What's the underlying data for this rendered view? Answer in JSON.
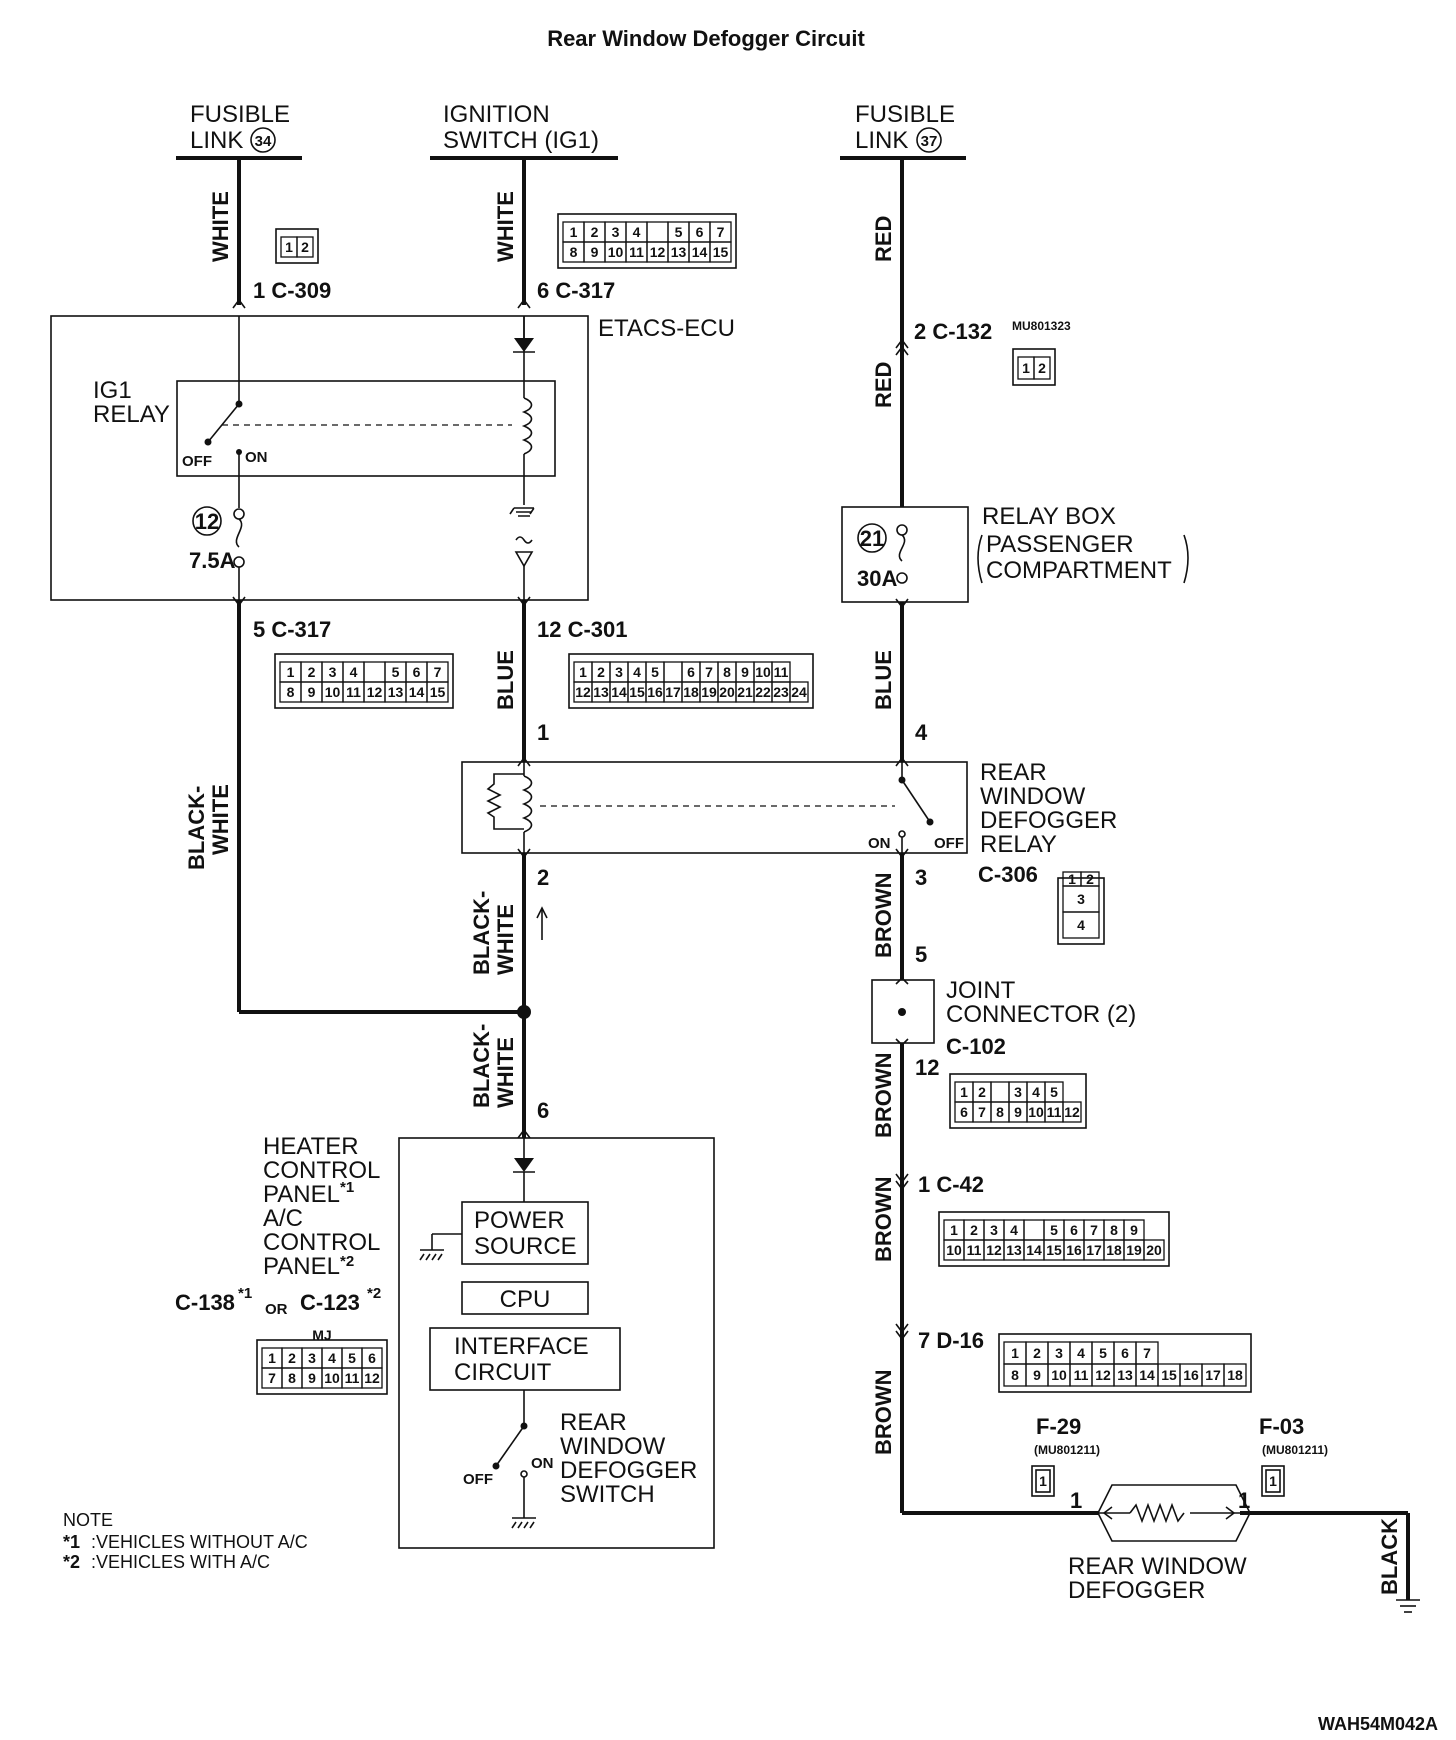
{
  "title": "Rear Window Defogger Circuit",
  "drawing_code": "WAH54M042A",
  "sources": {
    "fusible34_a": "FUSIBLE",
    "fusible34_b": "LINK",
    "fusible34_num": "34",
    "ignition_a": "IGNITION",
    "ignition_b": "SWITCH (IG1)",
    "fusible37_a": "FUSIBLE",
    "fusible37_b": "LINK",
    "fusible37_num": "37"
  },
  "wires": {
    "white1": "WHITE",
    "white2": "WHITE",
    "red1": "RED",
    "red2": "RED",
    "blue1": "BLUE",
    "blue2": "BLUE",
    "bw_a1": "BLACK-",
    "bw_b1": "WHITE",
    "bw_a2": "BLACK-",
    "bw_b2": "WHITE",
    "bw_a3": "BLACK-",
    "bw_b3": "WHITE",
    "brown1": "BROWN",
    "brown2": "BROWN",
    "brown3": "BROWN",
    "brown4": "BROWN",
    "black": "BLACK"
  },
  "connectors": {
    "c309": "1 C-309",
    "c317_top": "6 C-317",
    "c132": "2 C-132",
    "c132_part": "MU801323",
    "c317_bot": "5 C-317",
    "c301": "12 C-301",
    "c306": "C-306",
    "c102": "C-102",
    "c42": "1 C-42",
    "d16": "7 D-16",
    "f29": "F-29",
    "f29_part": "(MU801211)",
    "f03": "F-03",
    "f03_part": "(MU801211)",
    "c138": "C-138",
    "c123": "C-123",
    "or": "OR",
    "mj": "MJ"
  },
  "pins": {
    "p1": "1",
    "p2": "2",
    "p3": "3",
    "p4": "4",
    "p5": "5",
    "p6": "6",
    "p12": "12",
    "d_left": "1",
    "d_right": "1"
  },
  "components": {
    "etacs": "ETACS-ECU",
    "ig1_a": "IG1",
    "ig1_b": "RELAY",
    "off": "OFF",
    "on": "ON",
    "fuse12": "12",
    "fuse12_rating": "7.5A",
    "relay_box_a": "RELAY BOX",
    "relay_box_b": "PASSENGER",
    "relay_box_c": "COMPARTMENT",
    "fuse21": "21",
    "fuse21_rating": "30A",
    "rwd_relay_a": "REAR",
    "rwd_relay_b": "WINDOW",
    "rwd_relay_c": "DEFOGGER",
    "rwd_relay_d": "RELAY",
    "relay_on": "ON",
    "relay_off": "OFF",
    "joint_a": "JOINT",
    "joint_b": "CONNECTOR (2)",
    "heater_a": "HEATER",
    "heater_b": "CONTROL",
    "heater_c": "PANEL",
    "ac_a": "A/C",
    "ac_b": "CONTROL",
    "ac_c": "PANEL",
    "power_a": "POWER",
    "power_b": "SOURCE",
    "cpu": "CPU",
    "interface_a": "INTERFACE",
    "interface_b": "CIRCUIT",
    "sw_a": "REAR",
    "sw_b": "WINDOW",
    "sw_c": "DEFOGGER",
    "sw_d": "SWITCH",
    "sw_off": "OFF",
    "sw_on": "ON",
    "defogger_a": "REAR WINDOW",
    "defogger_b": "DEFOGGER"
  },
  "notes": {
    "head": "NOTE",
    "n1_mark": "*1",
    "n1": ":VEHICLES WITHOUT A/C",
    "n2_mark": "*2",
    "n2": ":VEHICLES WITH A/C",
    "star1": "*1",
    "star2": "*2"
  },
  "connector_faces": {
    "c309": [
      "1",
      "2"
    ],
    "c317_row1": [
      "1",
      "2",
      "3",
      "4",
      "",
      "5",
      "6",
      "7"
    ],
    "c317_row2": [
      "8",
      "9",
      "10",
      "11",
      "12",
      "13",
      "14",
      "15"
    ],
    "c132": [
      "1",
      "2"
    ],
    "c301_row1": [
      "1",
      "2",
      "3",
      "4",
      "5",
      "",
      "6",
      "7",
      "8",
      "9",
      "10",
      "11"
    ],
    "c301_row2": [
      "12",
      "13",
      "14",
      "15",
      "16",
      "17",
      "18",
      "19",
      "20",
      "21",
      "22",
      "23",
      "24"
    ],
    "c306": [
      "1",
      "2",
      "3",
      "4"
    ],
    "c102_row1": [
      "1",
      "2",
      "",
      "3",
      "4",
      "5"
    ],
    "c102_row2": [
      "6",
      "7",
      "8",
      "9",
      "10",
      "11",
      "12"
    ],
    "c42_row1": [
      "1",
      "2",
      "3",
      "4",
      "",
      "5",
      "6",
      "7",
      "8",
      "9"
    ],
    "c42_row2": [
      "10",
      "11",
      "12",
      "13",
      "14",
      "15",
      "16",
      "17",
      "18",
      "19",
      "20"
    ],
    "d16_row1": [
      "1",
      "2",
      "3",
      "4",
      "5",
      "6",
      "7"
    ],
    "d16_row2": [
      "8",
      "9",
      "10",
      "11",
      "12",
      "13",
      "14",
      "15",
      "16",
      "17",
      "18"
    ],
    "c138_row1": [
      "1",
      "2",
      "3",
      "4",
      "5",
      "6"
    ],
    "c138_row2": [
      "7",
      "8",
      "9",
      "10",
      "11",
      "12"
    ],
    "f_pin": "1"
  }
}
